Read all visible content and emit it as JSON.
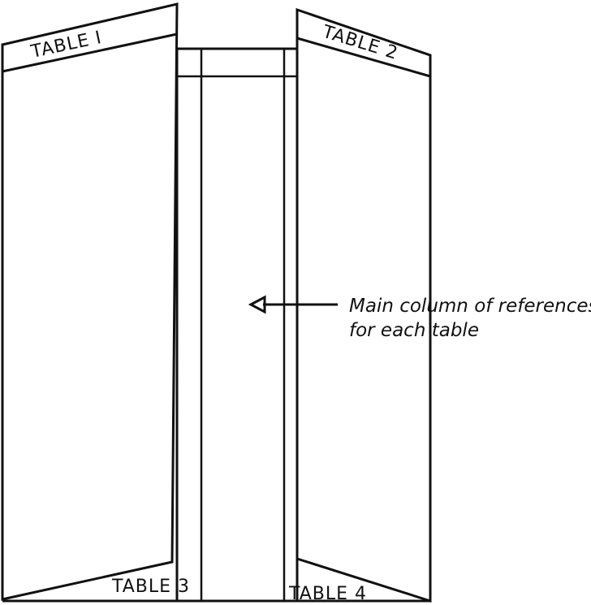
{
  "labels": {
    "table_1": "TABLE I",
    "table_2": "TABLE 2",
    "table_3": "TABLE 3",
    "table_4": "TABLE 4"
  },
  "annotation": {
    "line_1": "Main column of references",
    "line_2": "for each table"
  },
  "colors": {
    "ink": "#111111",
    "paper": "#ffffff"
  }
}
